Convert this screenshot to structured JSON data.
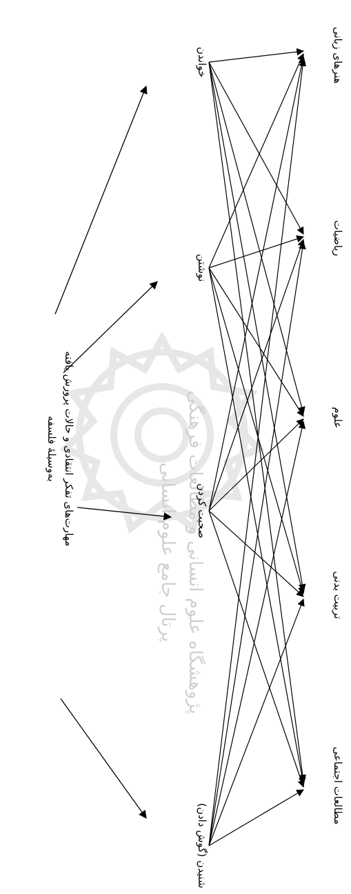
{
  "subjects": [
    {
      "id": "lang_arts",
      "label": "هنرهای زبانی"
    },
    {
      "id": "math",
      "label": "ریاضیات"
    },
    {
      "id": "science",
      "label": "علوم"
    },
    {
      "id": "pe",
      "label": "تربیت بدنی"
    },
    {
      "id": "social",
      "label": "مطالعات اجتماعی"
    }
  ],
  "skills": [
    {
      "id": "reading",
      "label": "خواندن"
    },
    {
      "id": "writing",
      "label": "نوشتن"
    },
    {
      "id": "speaking",
      "label": "صحبت کردن"
    },
    {
      "id": "listening",
      "label": "شنیدن (گوش دادن)"
    }
  ],
  "source": {
    "line1": "مهارت‌های تفکر انتقادی و حالات پرورش یافته",
    "line2": "به‌وسیلهٔ فلسفه"
  },
  "watermark": {
    "line1": "پژوهشگاه علوم انسانی و مطالعات فرهنگی",
    "line2": "پرتال جامع علوم انسانی"
  },
  "colors": {
    "line": "#000000",
    "watermark": "#d9d9d9"
  }
}
